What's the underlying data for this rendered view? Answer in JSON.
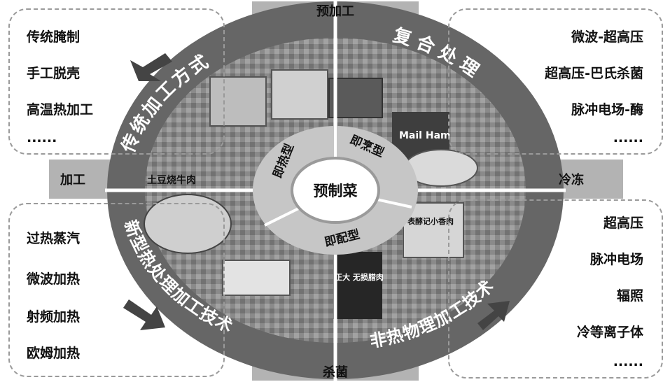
{
  "center": {
    "label": "预制菜"
  },
  "inner_ring": {
    "top_left": "即热型",
    "top_right": "即烹型",
    "bottom": "即配型"
  },
  "outer_ring": {
    "top_left": "传统加工方式",
    "top_right": "复合处理",
    "bottom_left": "新型热处理加工技术",
    "bottom_right": "非热物理加工技术"
  },
  "tabs": {
    "top": "预加工",
    "bottom": "杀菌",
    "left": "加工",
    "right": "冷冻"
  },
  "lists": {
    "top_left": [
      "传统腌制",
      "手工脱壳",
      "高温热加工",
      "......"
    ],
    "top_right": [
      "微波-超高压",
      "超高压-巴氏杀菌",
      "脉冲电场-酶",
      "......"
    ],
    "bottom_left": [
      "过热蒸汽",
      "微波加热",
      "射频加热",
      "欧姆加热"
    ],
    "bottom_right": [
      "超高压",
      "脉冲电场",
      "辐照",
      "冷等离子体",
      "......"
    ]
  },
  "photo_text": [
    "土豆烧牛肉",
    "Mail Ham",
    "正大 无损腊肉",
    "表酵记小香肉"
  ],
  "colors": {
    "ring": "#666666",
    "tab": "#b3b3b3",
    "inner": "#c6c6c6",
    "text_light": "#ffffff",
    "text_dark": "#111111"
  }
}
